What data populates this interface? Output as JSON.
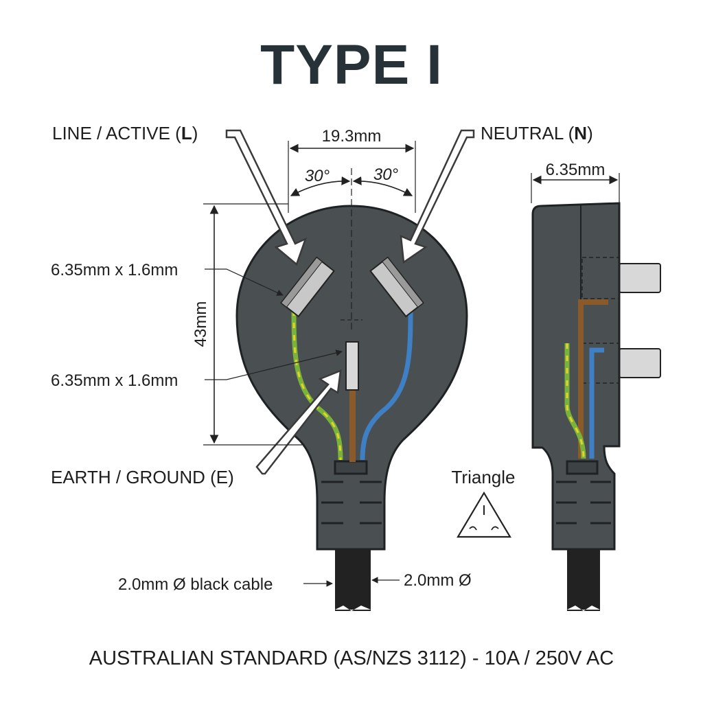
{
  "title": "TYPE I",
  "labels": {
    "line_prefix": "LINE / ACTIVE (",
    "line_letter": "L",
    "line_suffix": ")",
    "neutral_prefix": "NEUTRAL (",
    "neutral_letter": "N",
    "neutral_suffix": ")",
    "earth": "EARTH / GROUND (E)",
    "pin_size_top": "6.35mm x 1.6mm",
    "pin_size_bottom": "6.35mm x 1.6mm",
    "triangle": "Triangle"
  },
  "dimensions": {
    "width": "19.3mm",
    "angle_left": "30°",
    "angle_right": "30°",
    "height": "43mm",
    "side_thickness": "6.35mm",
    "cable_left": "2.0mm Ø black cable",
    "cable_right": "2.0mm Ø"
  },
  "footer": "AUSTRALIAN STANDARD (AS/NZS 3112) - 10A / 250V AC",
  "colors": {
    "plug_body": "#4a4f52",
    "plug_outline": "#1f2224",
    "pin": "#c8c8c8",
    "wire_earth_green": "#7bb33a",
    "wire_earth_yellow": "#e3d42b",
    "wire_active_brown": "#8a5a2b",
    "wire_neutral_blue": "#3f7fc4",
    "cable": "#222222",
    "text": "#1e1e1e",
    "title": "#263238"
  }
}
